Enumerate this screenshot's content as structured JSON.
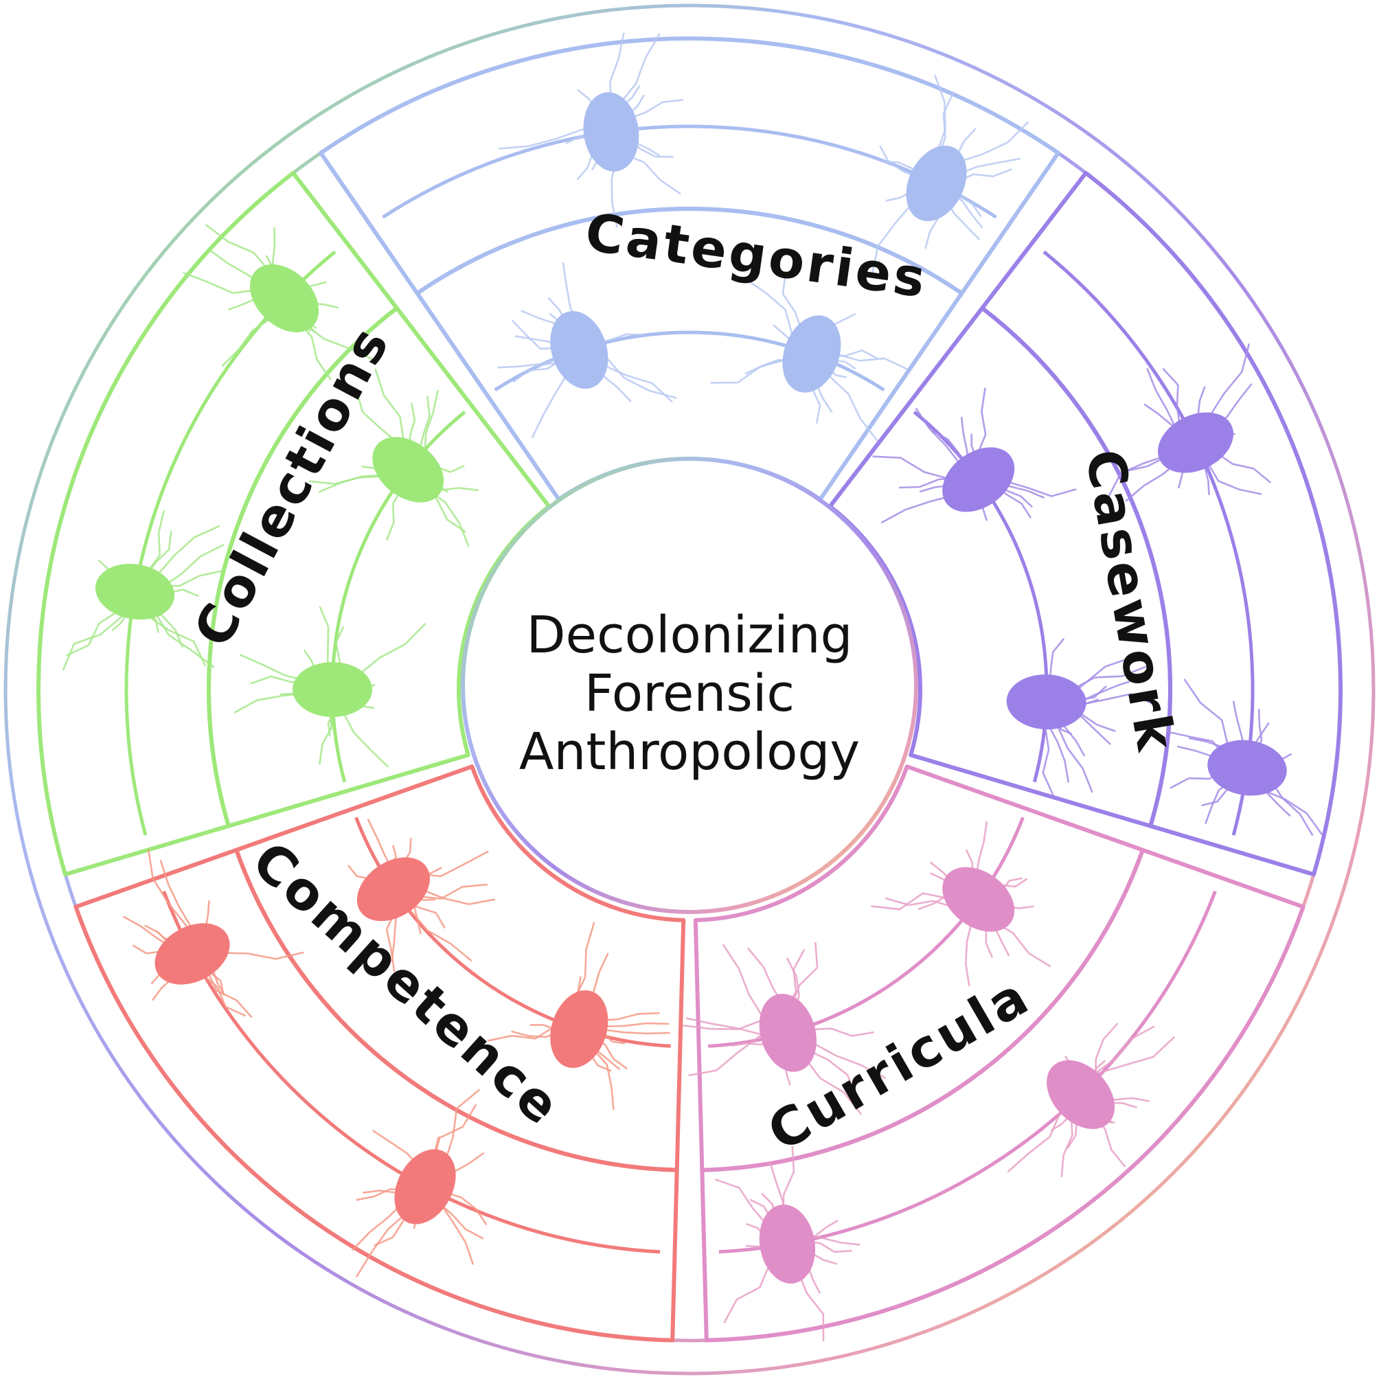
{
  "center": {
    "lines": [
      "Decolonizing",
      "Forensic",
      "Anthropology"
    ]
  },
  "segments": [
    {
      "id": "categories",
      "label": "Categories",
      "color": "#a9bdf0",
      "dendrite": "#b9c9f2"
    },
    {
      "id": "casework",
      "label": "Casework",
      "color": "#9b80e8",
      "dendrite": "#a58ce6"
    },
    {
      "id": "curricula",
      "label": "Curricula",
      "color": "#e08ec8",
      "dendrite": "#e7a0c6"
    },
    {
      "id": "competence",
      "label": "Competence",
      "color": "#f27a7a",
      "dendrite": "#f49a86"
    },
    {
      "id": "collections",
      "label": "Collections",
      "color": "#9ee87a",
      "dendrite": "#a6e88a"
    }
  ],
  "icons": {
    "piece_shape": "puzzle-piece-icon",
    "cell_shape": "neuron-icon"
  }
}
